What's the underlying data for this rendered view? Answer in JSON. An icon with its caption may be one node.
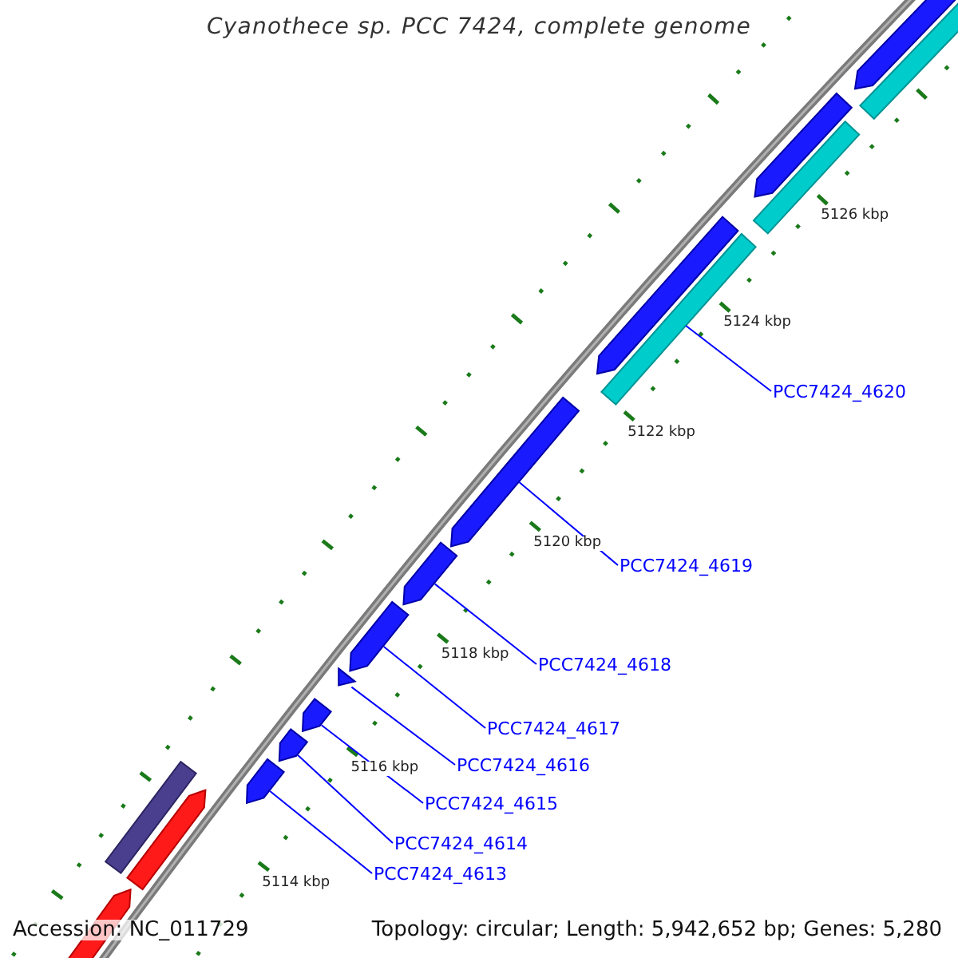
{
  "diagram": {
    "title": "Cyanothece sp. PCC 7424, complete genome",
    "nodes": [
      {
        "text": [
          "PCC7424_4620"
        ]
      },
      {
        "text": [
          "PCC7424_4619"
        ]
      },
      {
        "text": [
          "PCC7424_4618"
        ]
      },
      {
        "text": [
          "PCC7424_4617"
        ]
      },
      {
        "text": [
          "PCC7424_4616"
        ]
      },
      {
        "text": [
          "PCC7424_4615"
        ]
      },
      {
        "text": [
          "PCC7424_4614"
        ]
      },
      {
        "text": [
          "PCC7424_4613"
        ]
      },
      {
        "text": [],
        "shape": "box"
      },
      {
        "text": [],
        "shape": "pentagon"
      },
      {
        "text": [],
        "shape": "pentagon"
      },
      {
        "text": [],
        "shape": "pentagon"
      },
      {
        "text": [],
        "shape": "triangle"
      },
      {
        "text": [],
        "shape": "pentagon"
      },
      {
        "text": [],
        "shape": "pentagon"
      },
      {
        "text": [],
        "shape": "pentagon"
      }
    ],
    "edges": [
      {
        "from": 0,
        "to": 8,
        "arrow": "none"
      },
      {
        "from": 1,
        "to": 9,
        "arrow": "none"
      },
      {
        "from": 2,
        "to": 10,
        "arrow": "none"
      },
      {
        "from": 3,
        "to": 11,
        "arrow": "none"
      },
      {
        "from": 4,
        "to": 12,
        "arrow": "none"
      },
      {
        "from": 5,
        "to": 13,
        "arrow": "none"
      },
      {
        "from": 6,
        "to": 14,
        "arrow": "none"
      },
      {
        "from": 7,
        "to": 15,
        "arrow": "none"
      }
    ],
    "labels": [
      "5126 kbp",
      "5124 kbp",
      "5122 kbp",
      "5120 kbp",
      "5118 kbp",
      "5116 kbp",
      "5114 kbp",
      "Accession: NC_011729",
      "Topology: circular; Length: 5,942,652 bp; Genes: 5,280"
    ]
  }
}
